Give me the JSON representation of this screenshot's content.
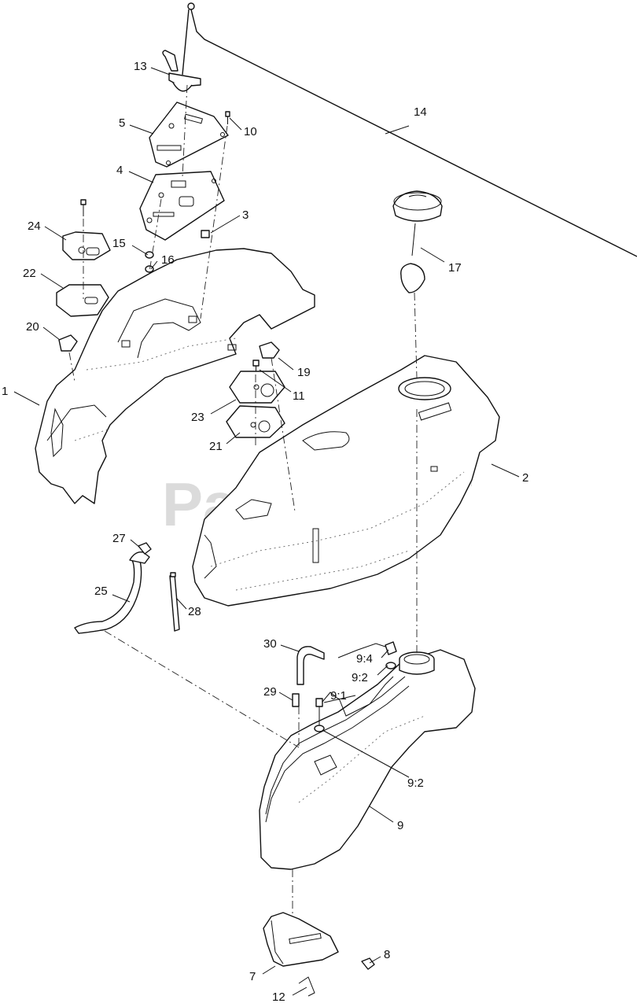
{
  "watermark": {
    "text": "PartsTree",
    "trademark": "TM"
  },
  "callouts": [
    {
      "id": "1",
      "text": "1"
    },
    {
      "id": "2",
      "text": "2"
    },
    {
      "id": "3",
      "text": "3"
    },
    {
      "id": "4",
      "text": "4"
    },
    {
      "id": "5",
      "text": "5"
    },
    {
      "id": "7",
      "text": "7"
    },
    {
      "id": "8",
      "text": "8"
    },
    {
      "id": "9",
      "text": "9"
    },
    {
      "id": "9_1",
      "text": "9:1"
    },
    {
      "id": "9_2a",
      "text": "9:2"
    },
    {
      "id": "9_2b",
      "text": "9:2"
    },
    {
      "id": "9_4",
      "text": "9:4"
    },
    {
      "id": "10",
      "text": "10"
    },
    {
      "id": "11",
      "text": "11"
    },
    {
      "id": "12",
      "text": "12"
    },
    {
      "id": "13",
      "text": "13"
    },
    {
      "id": "14",
      "text": "14"
    },
    {
      "id": "15",
      "text": "15"
    },
    {
      "id": "16",
      "text": "16"
    },
    {
      "id": "17",
      "text": "17"
    },
    {
      "id": "19",
      "text": "19"
    },
    {
      "id": "20",
      "text": "20"
    },
    {
      "id": "21",
      "text": "21"
    },
    {
      "id": "22",
      "text": "22"
    },
    {
      "id": "23",
      "text": "23"
    },
    {
      "id": "24",
      "text": "24"
    },
    {
      "id": "25",
      "text": "25"
    },
    {
      "id": "27",
      "text": "27"
    },
    {
      "id": "28",
      "text": "28"
    },
    {
      "id": "29",
      "text": "29"
    },
    {
      "id": "30",
      "text": "30"
    }
  ]
}
